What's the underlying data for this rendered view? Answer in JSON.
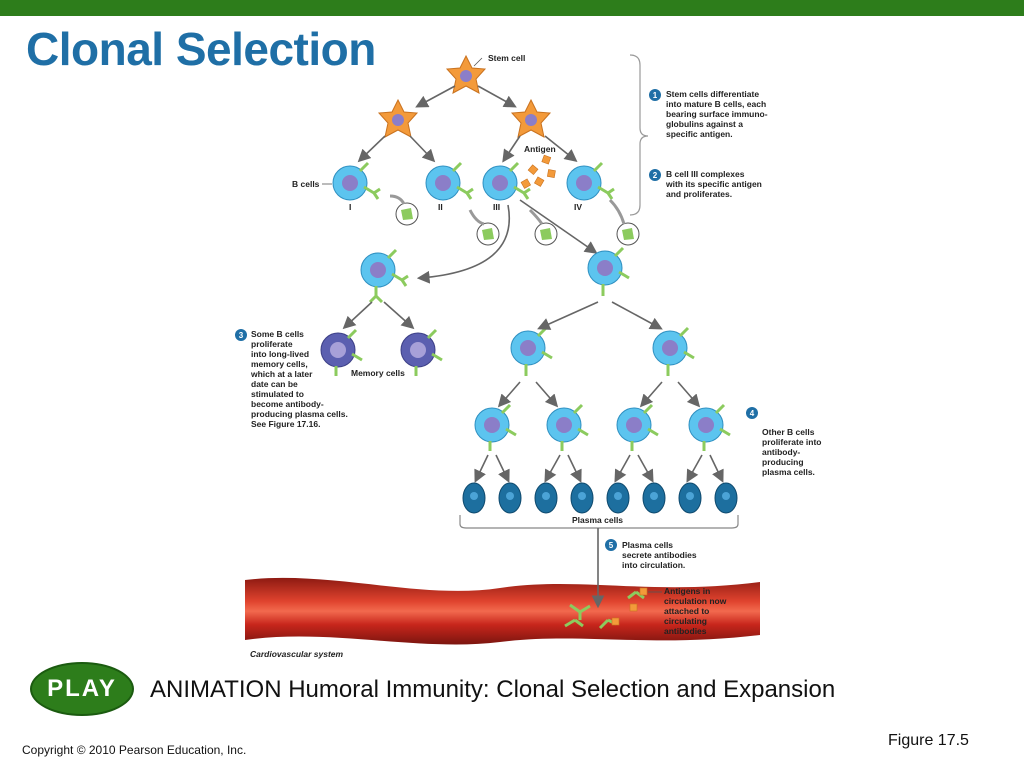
{
  "slide": {
    "title": "Clonal Selection",
    "animation_caption": "ANIMATION Humoral Immunity: Clonal Selection and Expansion",
    "figure_label": "Figure 17.5",
    "copyright": "Copyright © 2010 Pearson Education, Inc.",
    "play_label": "PLAY"
  },
  "diagram": {
    "stem_cell_label": "Stem cell",
    "b_cells_label": "B cells",
    "antigen_label": "Antigen",
    "cell_numerals": [
      "I",
      "II",
      "III",
      "IV"
    ],
    "memory_cells_label": "Memory cells",
    "plasma_cells_label": "Plasma cells",
    "cardiovascular_label": "Cardiovascular system",
    "steps": [
      {
        "number": "1",
        "lines": [
          "Stem cells differentiate",
          "into mature B cells, each",
          "bearing surface immuno-",
          "globulins against a",
          "specific antigen."
        ]
      },
      {
        "number": "2",
        "lines": [
          "B cell III complexes",
          "with its specific antigen",
          "and proliferates."
        ]
      },
      {
        "number": "3",
        "lines": [
          "Some B cells",
          "proliferate",
          "into long-lived",
          "memory cells,",
          "which at a later",
          "date can be",
          "stimulated to",
          "become antibody-",
          "producing plasma cells.",
          "See Figure 17.16."
        ]
      },
      {
        "number": "4",
        "lines": [
          "Other B cells",
          "proliferate into",
          "antibody-",
          "producing",
          "plasma cells."
        ]
      },
      {
        "number": "5",
        "lines": [
          "Plasma cells",
          "secrete antibodies",
          "into circulation."
        ]
      }
    ],
    "antigen_attached_lines": [
      "Antigens in",
      "circulation now",
      "attached to",
      "circulating",
      "antibodies"
    ]
  },
  "colors": {
    "top_bar": "#2d7d1b",
    "title": "#1f6fa6",
    "step_badge": "#1f6fa6",
    "play_button": "#2d7d1b",
    "stem_cell": "#f39a3a",
    "b_cell": "#5cc4ef",
    "antibody": "#8ccb5e",
    "memory_cell": "#5b5fb0",
    "plasma_cell": "#1d6f9f",
    "blood_vessel": "#c8261c"
  }
}
